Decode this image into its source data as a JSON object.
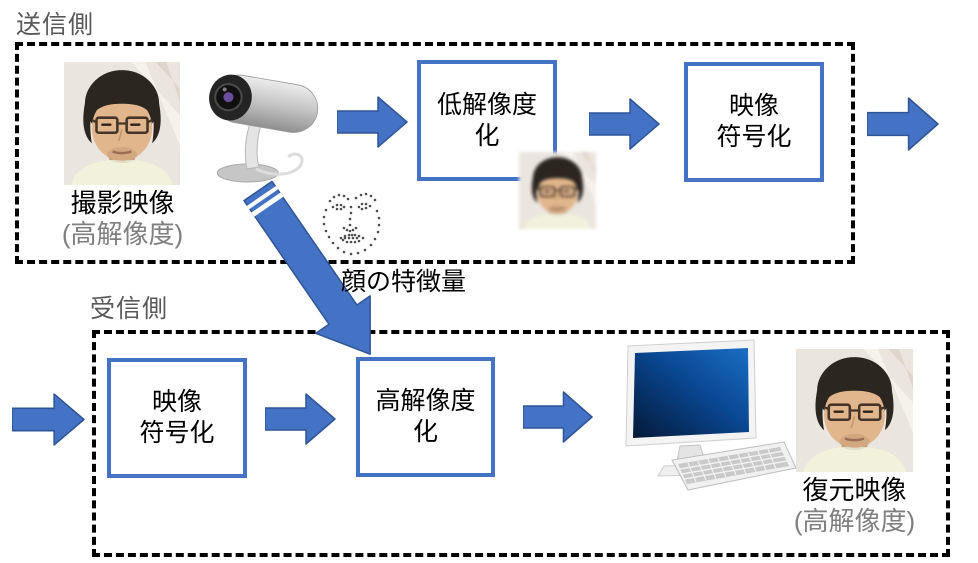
{
  "sender": {
    "section_label": "送信側",
    "source_caption": {
      "line1": "撮影映像",
      "line2": "(高解像度)"
    },
    "boxes": [
      {
        "label": "低解像度\n化"
      },
      {
        "label": "映像\n符号化"
      }
    ]
  },
  "link": {
    "feature_label": "顔の特徴量"
  },
  "receiver": {
    "section_label": "受信側",
    "boxes": [
      {
        "label": "映像\n符号化"
      },
      {
        "label": "高解像度\n化"
      }
    ],
    "output_caption": {
      "line1": "復元映像",
      "line2": "(高解像度)"
    }
  },
  "icons": {
    "webcam": "webcam-icon",
    "monitor": "desktop-monitor-icon",
    "landmarks": "face-landmarks-icon"
  },
  "colors": {
    "arrow_fill": "#4472C4",
    "arrow_stroke": "#2E5597",
    "box_border": "#4472C4",
    "dashed_border": "#000000",
    "section_label_gray": "#595959",
    "subcaption_gray": "#7F7F7F"
  }
}
